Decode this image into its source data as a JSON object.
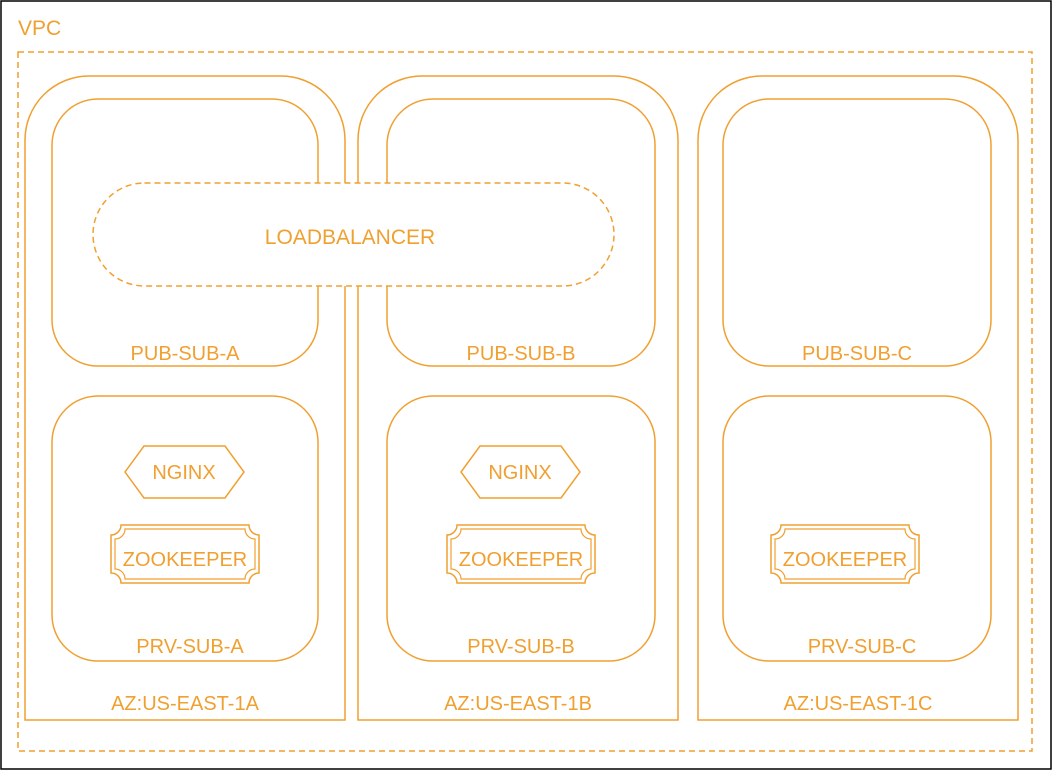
{
  "diagram": {
    "color": "#F0A030",
    "frame_color": "#000000",
    "vpc": {
      "label": "VPC"
    },
    "loadbalancer": {
      "label": "LOADBALANCER"
    },
    "zones": [
      {
        "az_label": "AZ:US-EAST-1A",
        "public_subnet": "PUB-SUB-A",
        "private_subnet": "PRV-SUB-A",
        "nginx": "NGINX",
        "zookeeper": "ZOOKEEPER"
      },
      {
        "az_label": "AZ:US-EAST-1B",
        "public_subnet": "PUB-SUB-B",
        "private_subnet": "PRV-SUB-B",
        "nginx": "NGINX",
        "zookeeper": "ZOOKEEPER"
      },
      {
        "az_label": "AZ:US-EAST-1C",
        "public_subnet": "PUB-SUB-C",
        "private_subnet": "PRV-SUB-C",
        "zookeeper": "ZOOKEEPER"
      }
    ]
  }
}
